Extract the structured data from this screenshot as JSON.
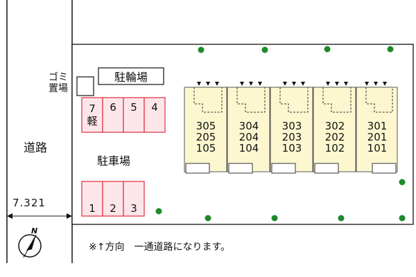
{
  "road": {
    "label": "道路",
    "width": "7.321"
  },
  "parking": {
    "label": "駐車場",
    "top_spaces": [
      "7\n軽",
      "6",
      "5",
      "4"
    ],
    "bottom_spaces": [
      "1",
      "2",
      "3"
    ]
  },
  "bicycle": {
    "label": "駐輪場"
  },
  "trash": {
    "label": "ゴミ\n置場"
  },
  "units": [
    {
      "rooms": [
        "305",
        "205",
        "105"
      ]
    },
    {
      "rooms": [
        "304",
        "204",
        "104"
      ]
    },
    {
      "rooms": [
        "303",
        "203",
        "103"
      ]
    },
    {
      "rooms": [
        "302",
        "202",
        "102"
      ]
    },
    {
      "rooms": [
        "301",
        "201",
        "101"
      ]
    }
  ],
  "compass": {
    "label": "N"
  },
  "note": "※↑方向　一通道路になります。",
  "colors": {
    "building": "#fdf7d0",
    "parking_stroke": "#e23a4a",
    "parking_fill": "#fde6ea",
    "tree": "#1f8a2a"
  }
}
